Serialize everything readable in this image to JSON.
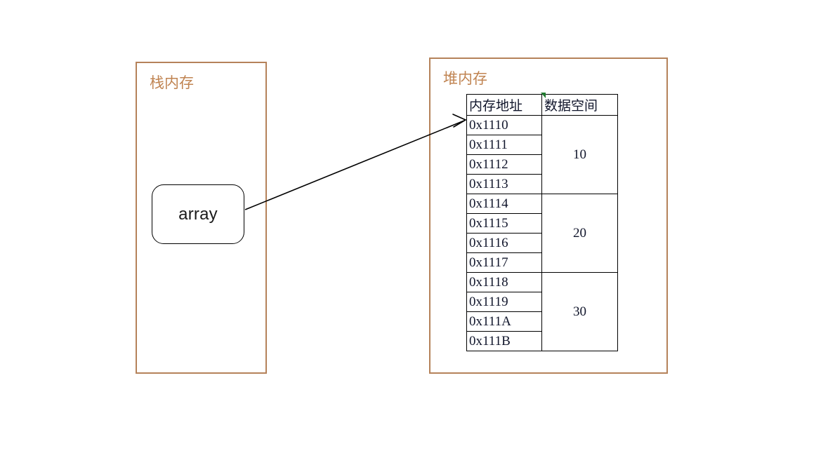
{
  "diagram": {
    "stack": {
      "title": "栈内存",
      "node_label": "array",
      "border_color": "#b5825a",
      "title_color": "#c08452"
    },
    "heap": {
      "title": "堆内存",
      "border_color": "#b5825a",
      "title_color": "#c08452",
      "table": {
        "headers": [
          "内存地址",
          "数据空间"
        ],
        "rows": [
          {
            "address": "0x1110"
          },
          {
            "address": "0x1111"
          },
          {
            "address": "0x1112"
          },
          {
            "address": "0x1113"
          },
          {
            "address": "0x1114"
          },
          {
            "address": "0x1115"
          },
          {
            "address": "0x1116"
          },
          {
            "address": "0x1117"
          },
          {
            "address": "0x1118"
          },
          {
            "address": "0x1119"
          },
          {
            "address": "0x111A"
          },
          {
            "address": "0x111B"
          }
        ],
        "data_groups": [
          {
            "value": "10",
            "span": 4
          },
          {
            "value": "20",
            "span": 4
          },
          {
            "value": "30",
            "span": 4
          }
        ]
      }
    },
    "pointer": {
      "from": "array",
      "to": "0x1110",
      "color": "#000000"
    },
    "marker": {
      "name": "comment-marker",
      "color": "#1f7a2e"
    }
  }
}
